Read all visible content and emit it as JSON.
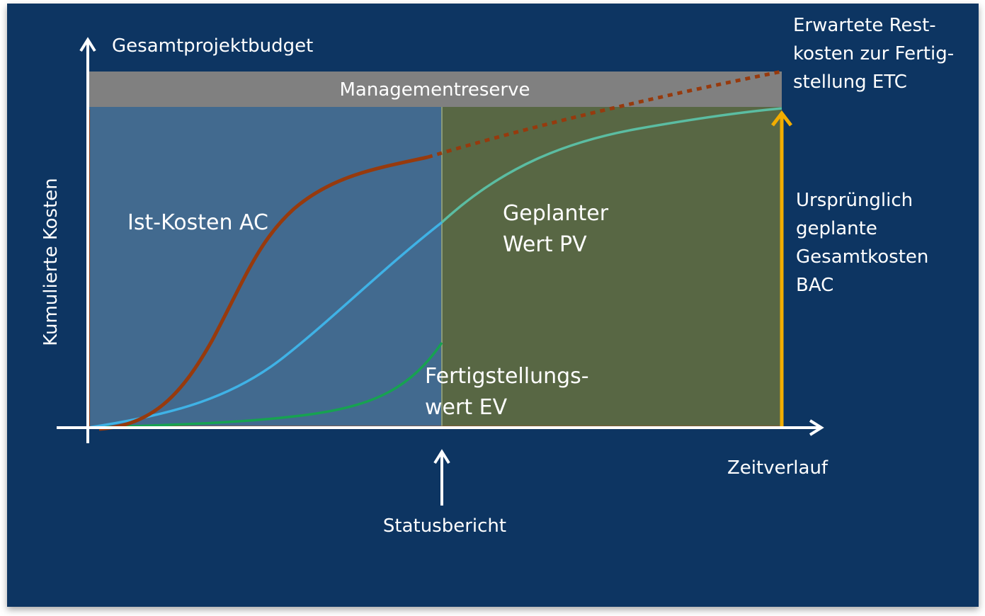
{
  "diagram": {
    "y_axis_top_label": "Gesamtprojektbudget",
    "y_axis_label": "Kumulierte Kosten",
    "x_axis_label": "Zeitverlauf",
    "reserve_label": "Managementreserve",
    "status_label": "Statusbericht",
    "ac_label": "Ist-Kosten AC",
    "pv_label": [
      "Geplanter",
      "Wert PV"
    ],
    "ev_label": [
      "Fertigstellungs-",
      "wert EV"
    ],
    "bac_label": [
      "Ursprünglich",
      "geplante",
      "Gesamtkosten",
      "BAC"
    ],
    "etc_label": [
      "Erwartete Rest-",
      "kosten zur Fertig-",
      "stellung ETC"
    ]
  },
  "colors": {
    "background": "#0c3462",
    "past_region": "#426a8f",
    "future_region": "#586744",
    "reserve_band": "#808080",
    "actual_cost": "#973a0d",
    "planned_value_past": "#3fb2e6",
    "planned_value_future": "#5bbda2",
    "earned_value": "#17a251",
    "bac_arrow": "#f2ad00",
    "axis": "#ffffff"
  }
}
